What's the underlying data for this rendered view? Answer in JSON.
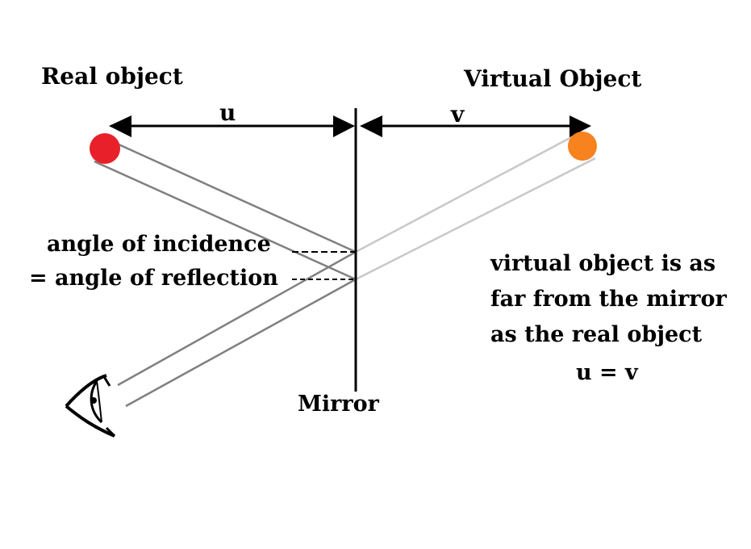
{
  "labels": {
    "real_object": "Real object",
    "virtual_object": "Virtual Object",
    "u": "u",
    "v": "v",
    "mirror": "Mirror",
    "angle_line1": "angle of incidence",
    "angle_line2": "= angle of reflection",
    "note_line1": "virtual object is as",
    "note_line2": "far from the mirror",
    "note_line3": "as the real object",
    "equation": "u = v"
  },
  "colors": {
    "real_object": "#e8202a",
    "virtual_object": "#f7821e",
    "incident_ray": "#808080",
    "reflected_ray": "#c8c8c8",
    "line": "#000000"
  },
  "icons": [
    "eye-icon"
  ]
}
